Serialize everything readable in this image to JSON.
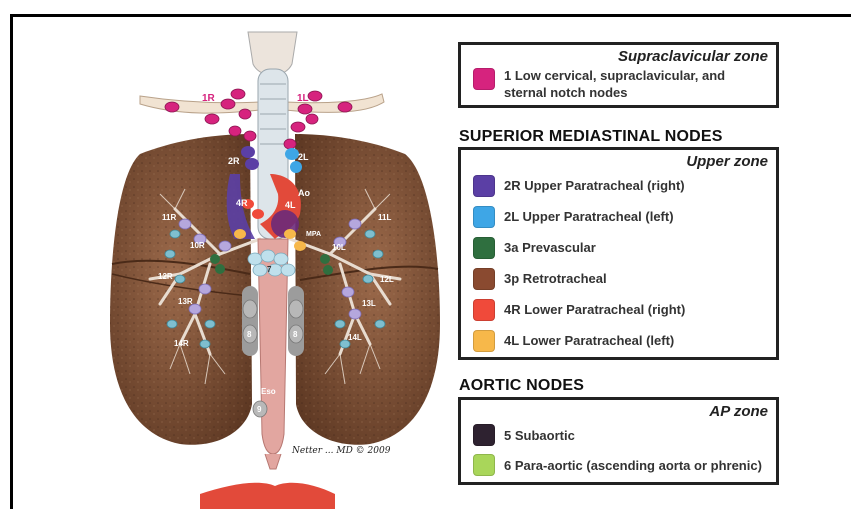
{
  "diagram": {
    "markers": {
      "1R": "1R",
      "1L": "1L",
      "2R": "2R",
      "2L": "2L",
      "4R": "4R",
      "4L": "4L",
      "Ao": "Ao",
      "MPA": "MPA",
      "Eso": "Eso",
      "n10R": "10R",
      "n10L": "10L",
      "n11R": "11R",
      "n11L": "11L",
      "n12R": "12R",
      "n12L": "12L",
      "n13R": "13R",
      "n13L": "13L",
      "n14R": "14R",
      "n14L": "14L",
      "n7": "7",
      "n8a": "8",
      "n8b": "8",
      "n9": "9"
    },
    "signature": "Netter ... MD © 2009"
  },
  "legend": {
    "supraclavicular": {
      "zone_title": "Supraclavicular zone",
      "items": [
        {
          "label": "1 Low cervical, supraclavicular, and sternal notch nodes",
          "line1": "1 Low cervical, supraclavicular, and",
          "line2": "sternal notch nodes",
          "color": "#d6237e"
        }
      ]
    },
    "superior_heading": "SUPERIOR MEDIASTINAL NODES",
    "upper": {
      "zone_title": "Upper zone",
      "items": [
        {
          "label": "2R Upper Paratracheal (right)",
          "color": "#5b3fa5"
        },
        {
          "label": "2L Upper Paratracheal (left)",
          "color": "#3ea6e6"
        },
        {
          "label": "3a Prevascular",
          "color": "#2f6f3f"
        },
        {
          "label": "3p Retrotracheal",
          "color": "#8a4a30"
        },
        {
          "label": "4R Lower Paratracheal (right)",
          "color": "#f04a3a"
        },
        {
          "label": "4L Lower Paratracheal (left)",
          "color": "#f7b84a"
        }
      ]
    },
    "aortic_heading": "AORTIC NODES",
    "ap": {
      "zone_title": "AP zone",
      "items": [
        {
          "label": "5 Subaortic",
          "color": "#2e2230"
        },
        {
          "label": "6 Para-aortic (ascending aorta or phrenic)",
          "color": "#a9d65a"
        }
      ]
    }
  }
}
